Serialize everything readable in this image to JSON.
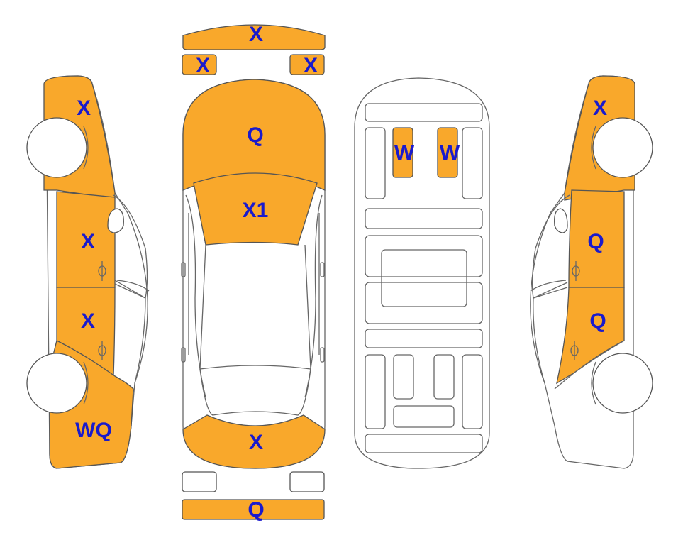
{
  "colors": {
    "damaged": "#F9A82B",
    "undamaged": "#FFFFFF",
    "outline": "#555555",
    "label": "#1A1ACC"
  },
  "labels": {
    "front_bumper": "X",
    "left_headlight": "X",
    "right_headlight": "X",
    "hood": "Q",
    "windshield_top": "X1",
    "trunk": "X",
    "rear_bumper": "Q",
    "floor_left_seat": "W",
    "floor_right_seat": "W",
    "left_front_fender": "X",
    "left_front_door": "X",
    "left_rear_door": "X",
    "left_rear_quarter": "WQ",
    "right_front_fender": "X",
    "right_front_door": "Q",
    "right_rear_door": "Q"
  }
}
